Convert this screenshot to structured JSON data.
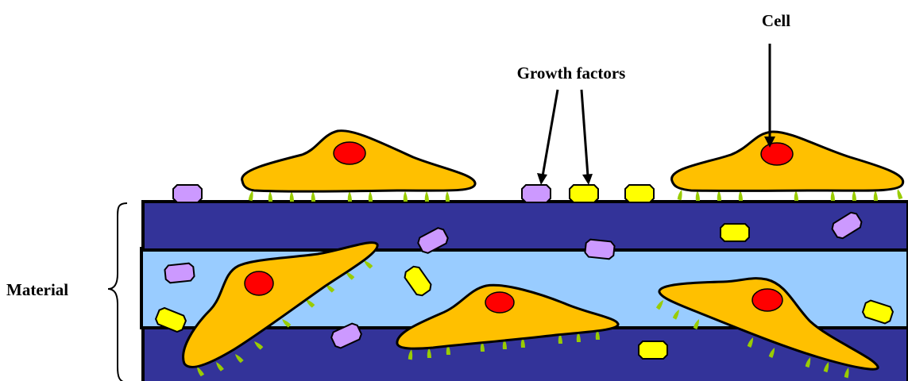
{
  "labels": {
    "cell": "Cell",
    "growth_factors": "Growth factors",
    "material": "Material"
  },
  "colors": {
    "dark_layer": "#333399",
    "light_layer": "#99ccff",
    "cell_body": "#ffc000",
    "nucleus": "#ff0000",
    "receptor": "#99cc00",
    "gf_purple": "#cc99ff",
    "gf_yellow": "#ffff00",
    "outline": "#000000"
  }
}
